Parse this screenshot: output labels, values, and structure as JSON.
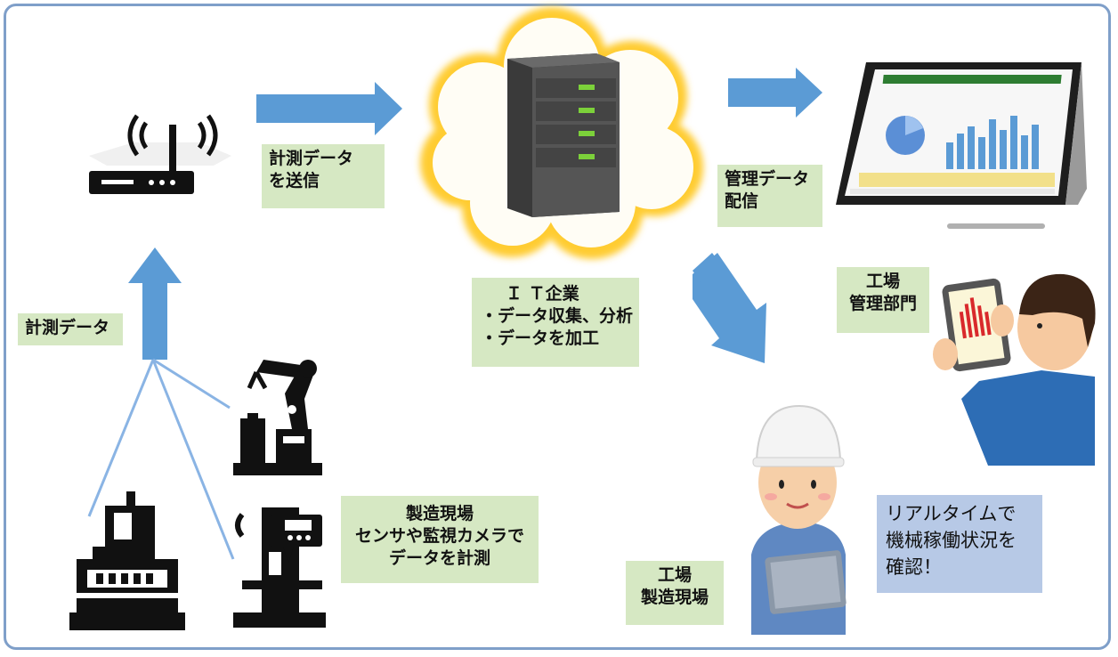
{
  "labels": {
    "measure_send": [
      "計測データ",
      "を送信"
    ],
    "measure_data": [
      "計測データ"
    ],
    "manage_deliver": [
      "管理データ",
      "配信"
    ],
    "it_company": [
      "Ｉ Ｔ企業",
      "・データ収集、分析",
      "・データを加工"
    ],
    "factory_mgmt": [
      "工場",
      "管理部門"
    ],
    "site_sensor": [
      "製造現場",
      "センサや監視カメラで",
      "データを計測"
    ],
    "factory_site": [
      "工場",
      "製造現場"
    ],
    "realtime_check": [
      "リアルタイムで",
      "機械稼働状況を",
      "確認！"
    ]
  },
  "colors": {
    "arrow_blue": "#5b9bd5",
    "label_green": "#d6e8c3",
    "label_blue": "#b7c9e6",
    "cloud_glow": "#ffd24d",
    "server_led": "#7cd13a"
  },
  "icons": [
    "wifi-router-icon",
    "cloud-server-icon",
    "tablet-dashboard-icon",
    "manager-with-tablet-icon",
    "worker-with-tablet-icon",
    "robot-arm-icon",
    "cnc-machine-icon",
    "milling-machine-icon"
  ]
}
